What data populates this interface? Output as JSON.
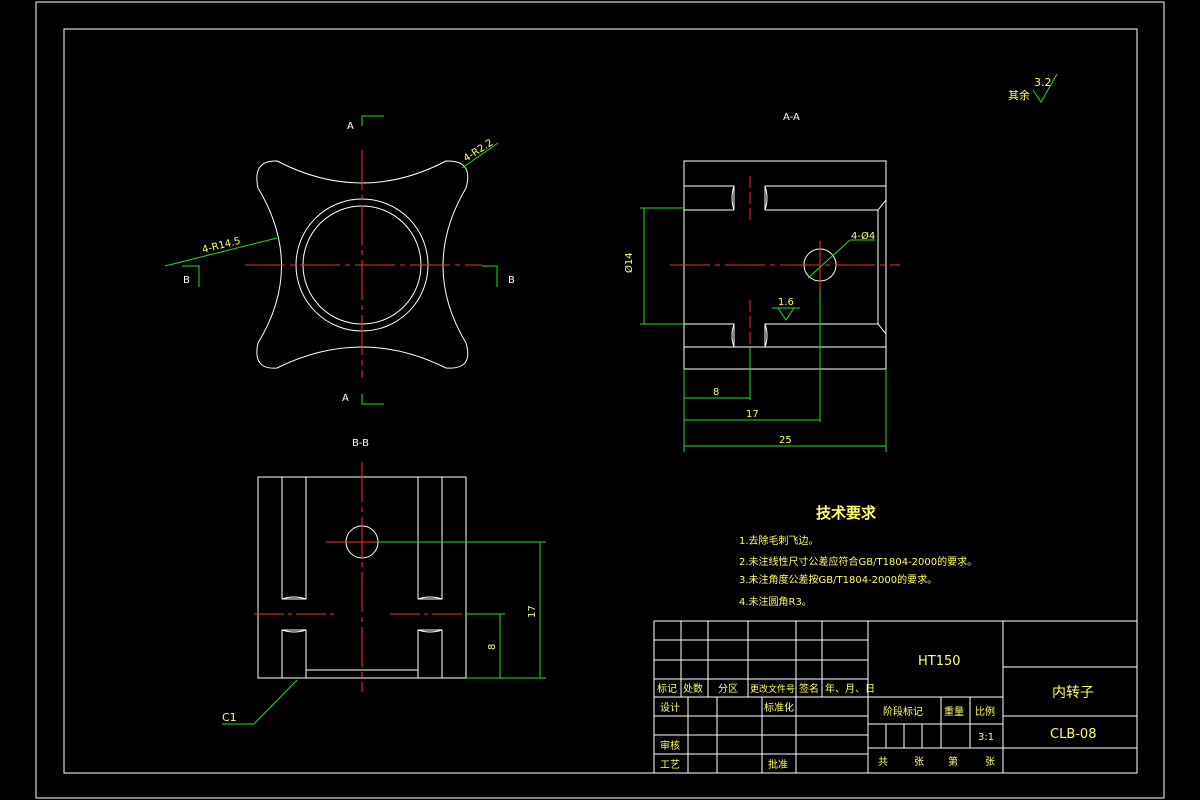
{
  "roughness": {
    "label": "其余",
    "value": "3.2"
  },
  "section_labels": {
    "aa": "A-A",
    "bb": "B-B",
    "a_top": "A",
    "a_bottom": "A",
    "b_left": "B",
    "b_right": "B"
  },
  "dimensions": {
    "r1": "4-R2.2",
    "r2": "4-R14.5",
    "dia": "Ø14",
    "hole": "4-Ø4",
    "rough_local": "1.6",
    "d8": "8",
    "d17": "17",
    "d25": "25",
    "bb_17": "17",
    "bb_8": "8",
    "chamfer": "C1"
  },
  "tech": {
    "title": "技术要求",
    "items": [
      "1.去除毛刺飞边。",
      "2.未注线性尺寸公差应符合GB/T1804-2000的要求。",
      "3.未注角度公差按GB/T1804-2000的要求。",
      "4.未注圆角R3。"
    ]
  },
  "title_block": {
    "material": "HT150",
    "part_name": "内转子",
    "drawing_no": "CLB-08",
    "scale": "3:1",
    "row_labels": [
      "标记",
      "处数",
      "分区",
      "更改文件号",
      "签名",
      "年、月、日"
    ],
    "design": "设计",
    "standard": "标准化",
    "review": "审核",
    "process": "工艺",
    "approve": "批准",
    "stage": "阶段标记",
    "weight": "重量",
    "ratio": "比例",
    "sheets": [
      "共",
      "张",
      "第",
      "张"
    ]
  }
}
